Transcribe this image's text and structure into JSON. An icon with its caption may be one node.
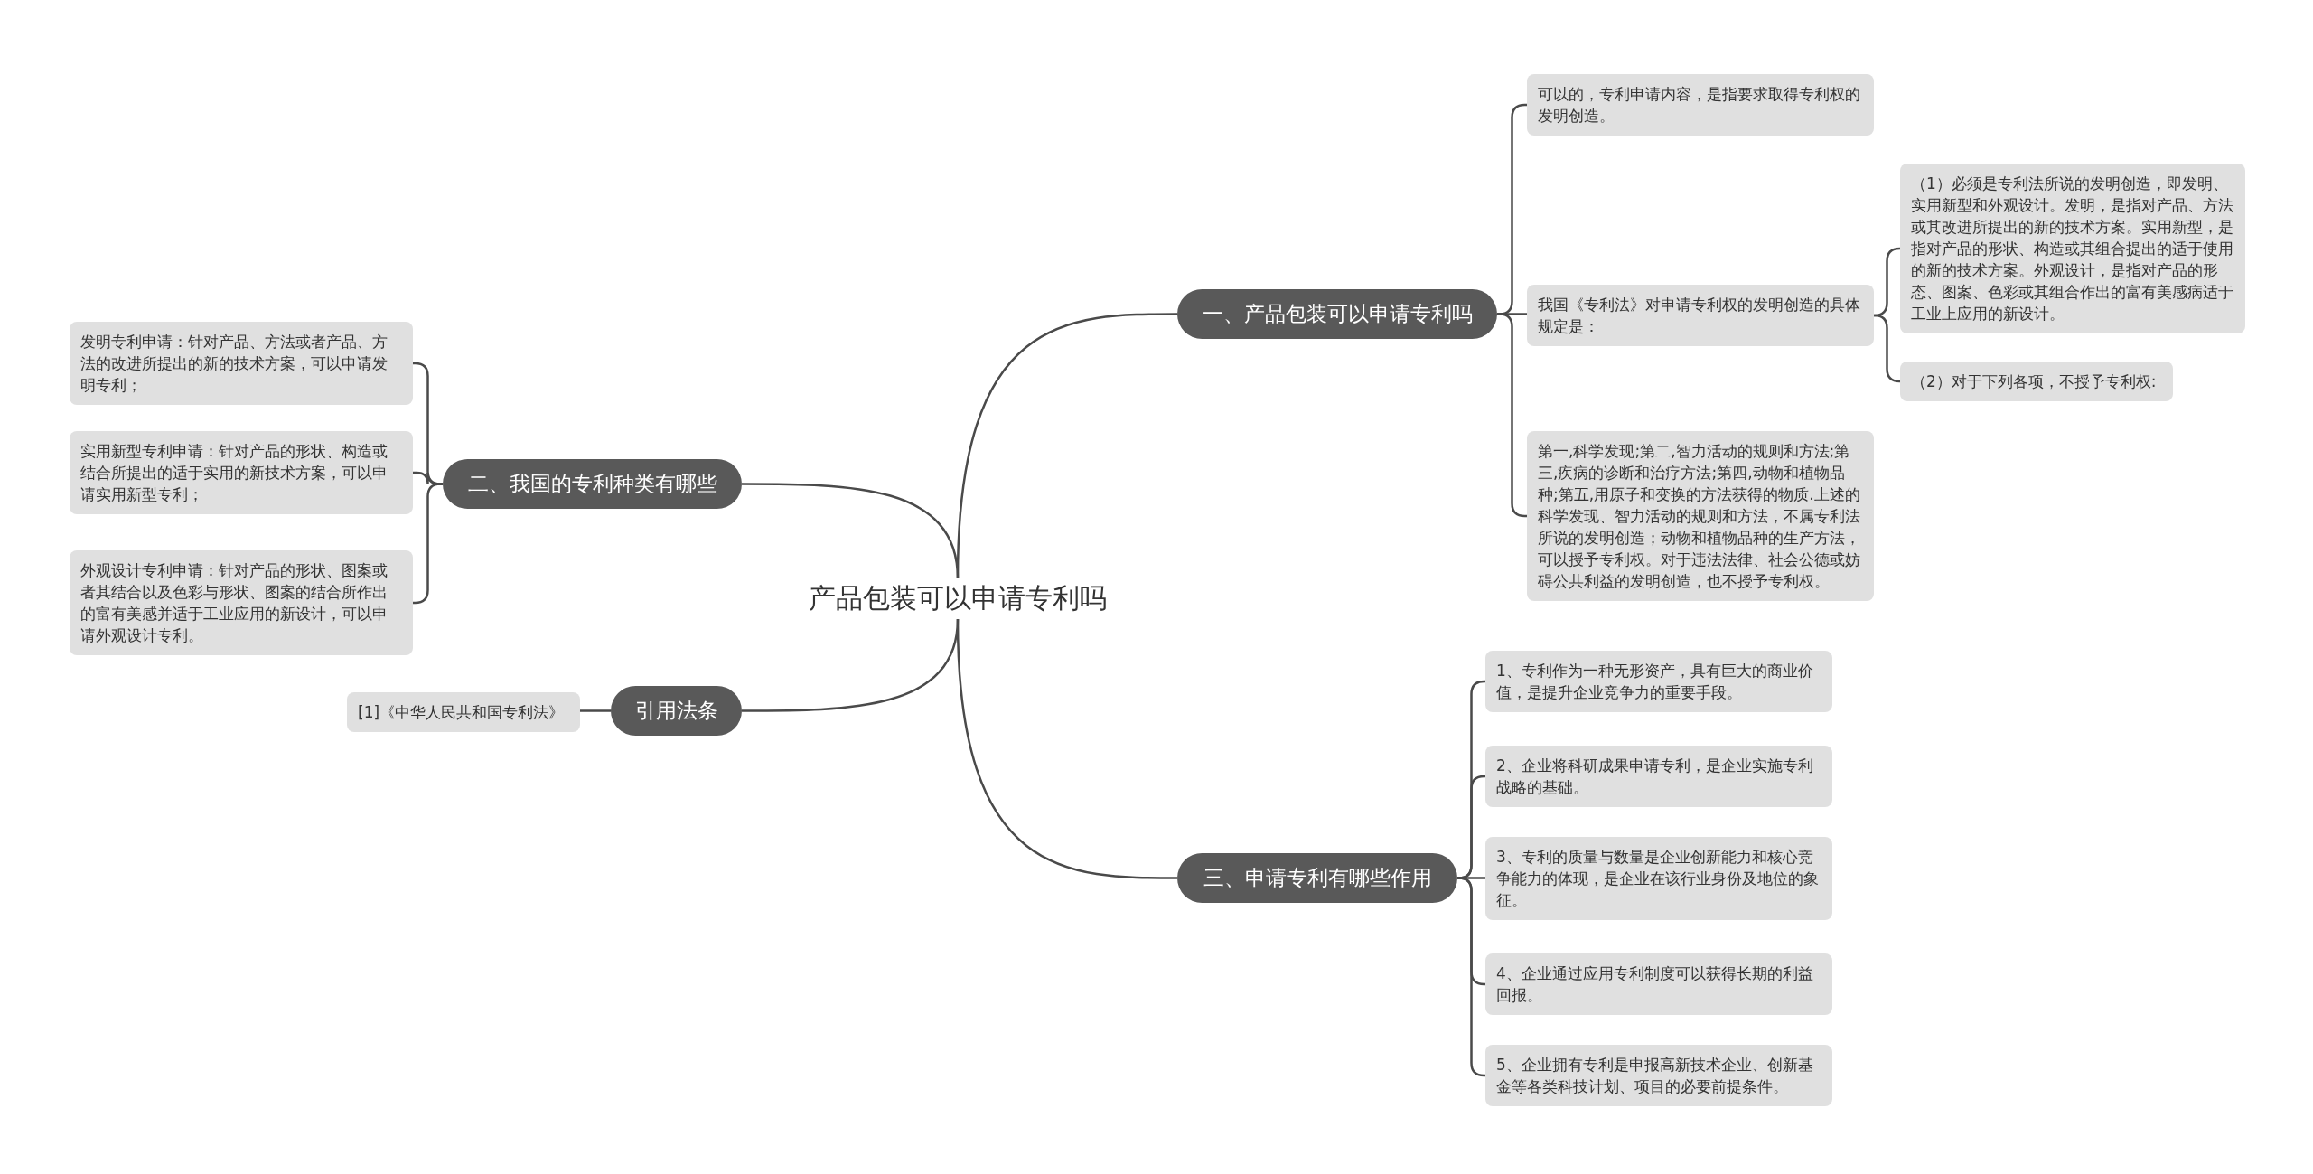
{
  "diagram": {
    "nodes": [
      {
        "text": [
          "产品包装可以申请专利吗"
        ]
      },
      {
        "text": [
          "一、产品包装可以申请专利吗"
        ]
      },
      {
        "text": [
          "可以的，专利申请内容，是指要求取得专利权的发明创造。"
        ]
      },
      {
        "text": [
          "我国《专利法》对申请专利权的发明创造的具体规定是："
        ]
      },
      {
        "text": [
          "（1）必须是专利法所说的发明创造，即发明、实用新型和外观设计。发明，是指对产品、方法或其改进所提出的新的技术方案。实用新型，是指对产品的形状、构造或其组合提出的适于使用的新的技术方案。外观设计，是指对产品的形态、图案、色彩或其组合作出的富有美感病适于工业上应用的新设计。"
        ]
      },
      {
        "text": [
          "（2）对于下列各项，不授予专利权:"
        ]
      },
      {
        "text": [
          "第一,科学发现;第二,智力活动的规则和方法;第三,疾病的诊断和治疗方法;第四,动物和植物品种;第五,用原子和变换的方法获得的物质.上述的科学发现、智力活动的规则和方法，不属专利法所说的发明创造；动物和植物品种的生产方法，可以授予专利权。对于违法法律、社会公德或妨碍公共利益的发明创造，也不授予专利权。"
        ]
      },
      {
        "text": [
          "三、申请专利有哪些作用"
        ]
      },
      {
        "text": [
          "1、专利作为一种无形资产，具有巨大的商业价值，是提升企业竞争力的重要手段。"
        ]
      },
      {
        "text": [
          "2、企业将科研成果申请专利，是企业实施专利战略的基础。"
        ]
      },
      {
        "text": [
          "3、专利的质量与数量是企业创新能力和核心竞争能力的体现，是企业在该行业身份及地位的象征。"
        ]
      },
      {
        "text": [
          "4、企业通过应用专利制度可以获得长期的利益回报。"
        ]
      },
      {
        "text": [
          "5、企业拥有专利是申报高新技术企业、创新基金等各类科技计划、项目的必要前提条件。"
        ]
      },
      {
        "text": [
          "二、我国的专利种类有哪些"
        ]
      },
      {
        "text": [
          "发明专利申请：针对产品、方法或者产品、方法的改进所提出的新的技术方案，可以申请发明专利；"
        ]
      },
      {
        "text": [
          "实用新型专利申请：针对产品的形状、构造或结合所提出的适于实用的新技术方案，可以申请实用新型专利；"
        ]
      },
      {
        "text": [
          "外观设计专利申请：针对产品的形状、图案或者其结合以及色彩与形状、图案的结合所作出的富有美感并适于工业应用的新设计，可以申请外观设计专利。"
        ]
      },
      {
        "text": [
          "引用法条"
        ]
      },
      {
        "text": [
          "[1]《中华人民共和国专利法》"
        ]
      }
    ],
    "edges": [
      {
        "from": 0,
        "to": 1,
        "arrow": "none"
      },
      {
        "from": 1,
        "to": 2,
        "arrow": "none"
      },
      {
        "from": 1,
        "to": 3,
        "arrow": "none"
      },
      {
        "from": 3,
        "to": 4,
        "arrow": "none"
      },
      {
        "from": 3,
        "to": 5,
        "arrow": "none"
      },
      {
        "from": 1,
        "to": 6,
        "arrow": "none"
      },
      {
        "from": 0,
        "to": 7,
        "arrow": "none"
      },
      {
        "from": 7,
        "to": 8,
        "arrow": "none"
      },
      {
        "from": 7,
        "to": 9,
        "arrow": "none"
      },
      {
        "from": 7,
        "to": 10,
        "arrow": "none"
      },
      {
        "from": 7,
        "to": 11,
        "arrow": "none"
      },
      {
        "from": 7,
        "to": 12,
        "arrow": "none"
      },
      {
        "from": 0,
        "to": 13,
        "arrow": "none"
      },
      {
        "from": 13,
        "to": 14,
        "arrow": "none"
      },
      {
        "from": 13,
        "to": 15,
        "arrow": "none"
      },
      {
        "from": 13,
        "to": 16,
        "arrow": "none"
      },
      {
        "from": 0,
        "to": 17,
        "arrow": "none"
      },
      {
        "from": 17,
        "to": 18,
        "arrow": "none"
      }
    ]
  }
}
